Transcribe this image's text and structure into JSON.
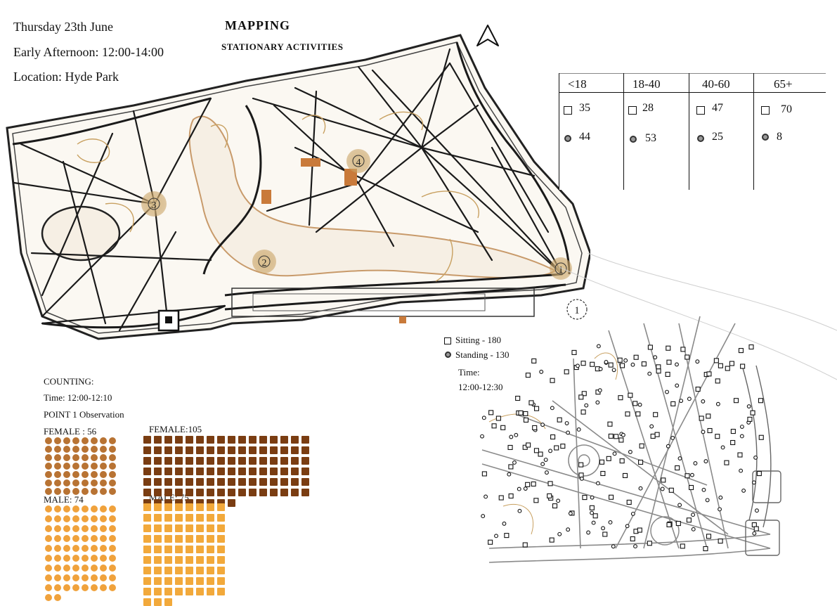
{
  "header": {
    "date": "Thursday 23th June",
    "time": "Early Afternoon: 12:00-14:00",
    "location": "Location: Hyde Park",
    "title": "MAPPING",
    "subtitle": "STATIONARY ACTIVITIES"
  },
  "map": {
    "points": [
      "1",
      "2",
      "3",
      "4"
    ],
    "detail_marker": "1",
    "path_color": "#1a1a1a",
    "accent_color": "#c8a060",
    "water_color": "#d8a878"
  },
  "age_table": {
    "columns": [
      {
        "label": "<18",
        "sitting": "35",
        "standing": "44"
      },
      {
        "label": "18-40",
        "sitting": "28",
        "standing": "53"
      },
      {
        "label": "40-60",
        "sitting": "47",
        "standing": "25"
      },
      {
        "label": "65+",
        "sitting": "70",
        "standing": "8"
      }
    ]
  },
  "legend": {
    "sitting": "Sitting - 180",
    "standing": "Standing - 130",
    "time_label": "Time:",
    "time_value": "12:00-12:30"
  },
  "counting": {
    "heading": "COUNTING:",
    "time": "Time: 12:00-12:10",
    "point": "POINT 1 Observation",
    "female_a_label": "FEMALE : 56",
    "male_a_label": "MALE: 74",
    "female_b_label": "FEMALE:105",
    "male_b_label": "MALE: 75",
    "female_a": 56,
    "male_a": 74,
    "female_b": 105,
    "male_b": 75,
    "female_color": "#b87333",
    "male_color": "#f0a23c",
    "female_square_color": "#7a3d12"
  }
}
